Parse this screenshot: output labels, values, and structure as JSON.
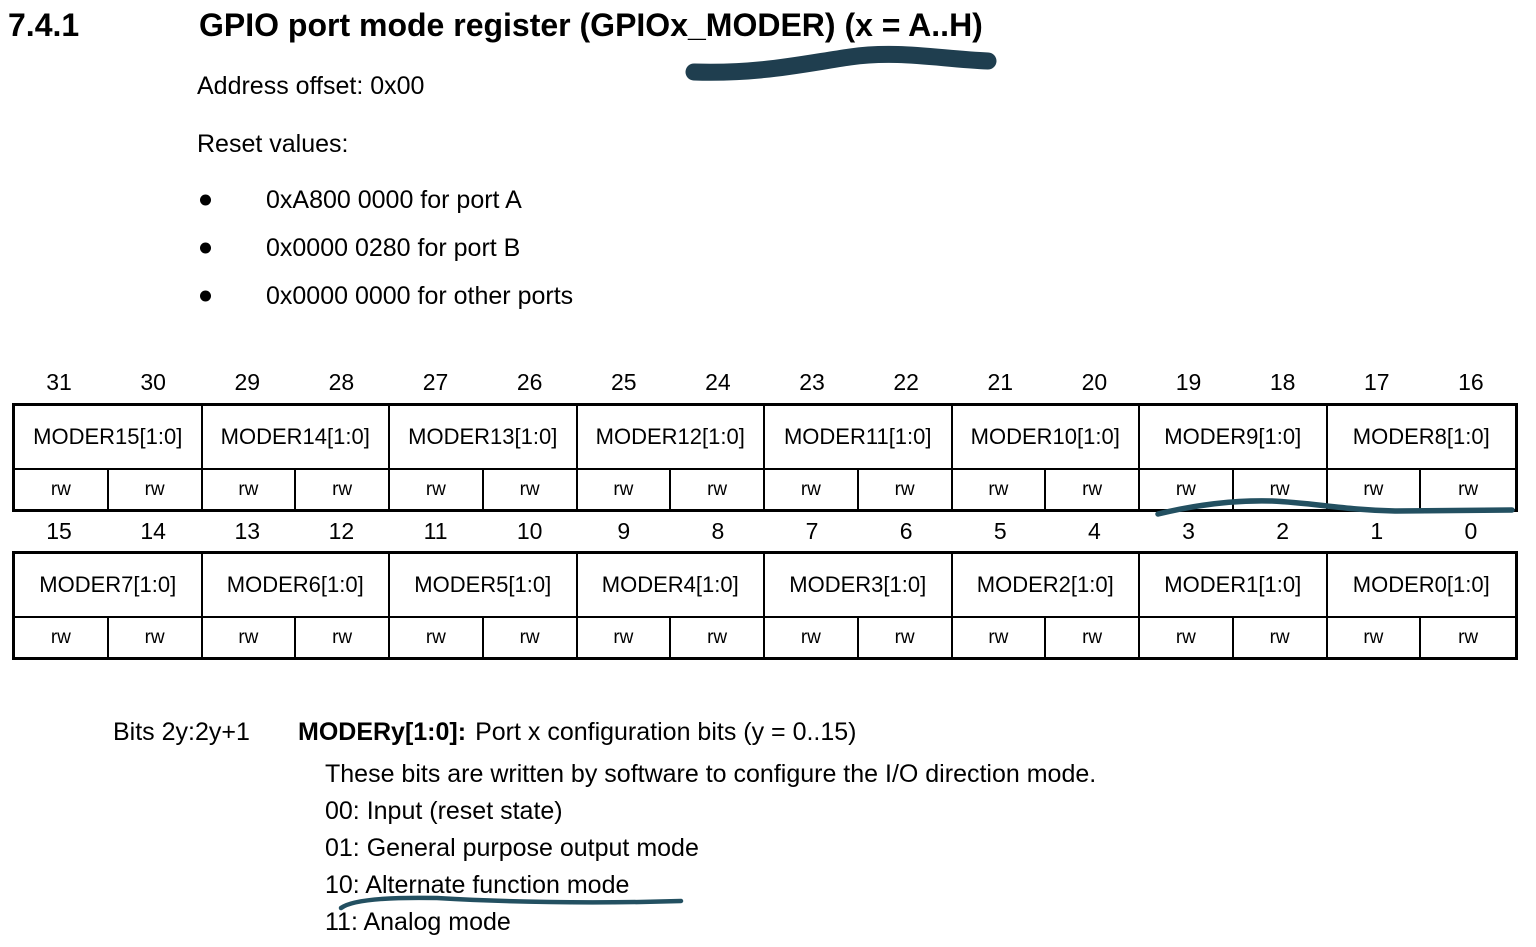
{
  "page": {
    "section_number": "7.4.1",
    "title": "GPIO port mode register (GPIOx_MODER) (x = A..H)",
    "address_offset": "Address offset: 0x00",
    "reset_values_label": "Reset values:",
    "reset_values": [
      "0xA800 0000 for port A",
      "0x0000 0280 for port B",
      "0x0000 0000 for other ports"
    ]
  },
  "register_table": {
    "high_word": {
      "bits": [
        "31",
        "30",
        "29",
        "28",
        "27",
        "26",
        "25",
        "24",
        "23",
        "22",
        "21",
        "20",
        "19",
        "18",
        "17",
        "16"
      ],
      "fields": [
        "MODER15[1:0]",
        "MODER14[1:0]",
        "MODER13[1:0]",
        "MODER12[1:0]",
        "MODER11[1:0]",
        "MODER10[1:0]",
        "MODER9[1:0]",
        "MODER8[1:0]"
      ],
      "access": [
        "rw",
        "rw",
        "rw",
        "rw",
        "rw",
        "rw",
        "rw",
        "rw",
        "rw",
        "rw",
        "rw",
        "rw",
        "rw",
        "rw",
        "rw",
        "rw"
      ]
    },
    "low_word": {
      "bits": [
        "15",
        "14",
        "13",
        "12",
        "11",
        "10",
        "9",
        "8",
        "7",
        "6",
        "5",
        "4",
        "3",
        "2",
        "1",
        "0"
      ],
      "fields": [
        "MODER7[1:0]",
        "MODER6[1:0]",
        "MODER5[1:0]",
        "MODER4[1:0]",
        "MODER3[1:0]",
        "MODER2[1:0]",
        "MODER1[1:0]",
        "MODER0[1:0]"
      ],
      "access": [
        "rw",
        "rw",
        "rw",
        "rw",
        "rw",
        "rw",
        "rw",
        "rw",
        "rw",
        "rw",
        "rw",
        "rw",
        "rw",
        "rw",
        "rw",
        "rw"
      ]
    }
  },
  "field_description": {
    "bits_label": "Bits 2y:2y+1",
    "field_name": "MODERy[1:0]:",
    "field_summary": "Port x configuration bits (y = 0..15)",
    "detail_lines": [
      "These bits are written by software to configure the I/O direction mode.",
      "00: Input (reset state)",
      "01: General purpose output mode",
      "10: Alternate function mode",
      "11: Analog mode"
    ]
  },
  "annotations": {
    "highlight_color": "#1f3e4f",
    "underline_color": "#235061",
    "marks": [
      {
        "name": "title-highlight-mark",
        "target": "GPIOx_MODER"
      },
      {
        "name": "rw-bits-19-16-underline-mark",
        "target": "rw cells, bits 19..16"
      },
      {
        "name": "alternate-function-underline-mark",
        "target": "10: Alternate function mode"
      }
    ]
  }
}
